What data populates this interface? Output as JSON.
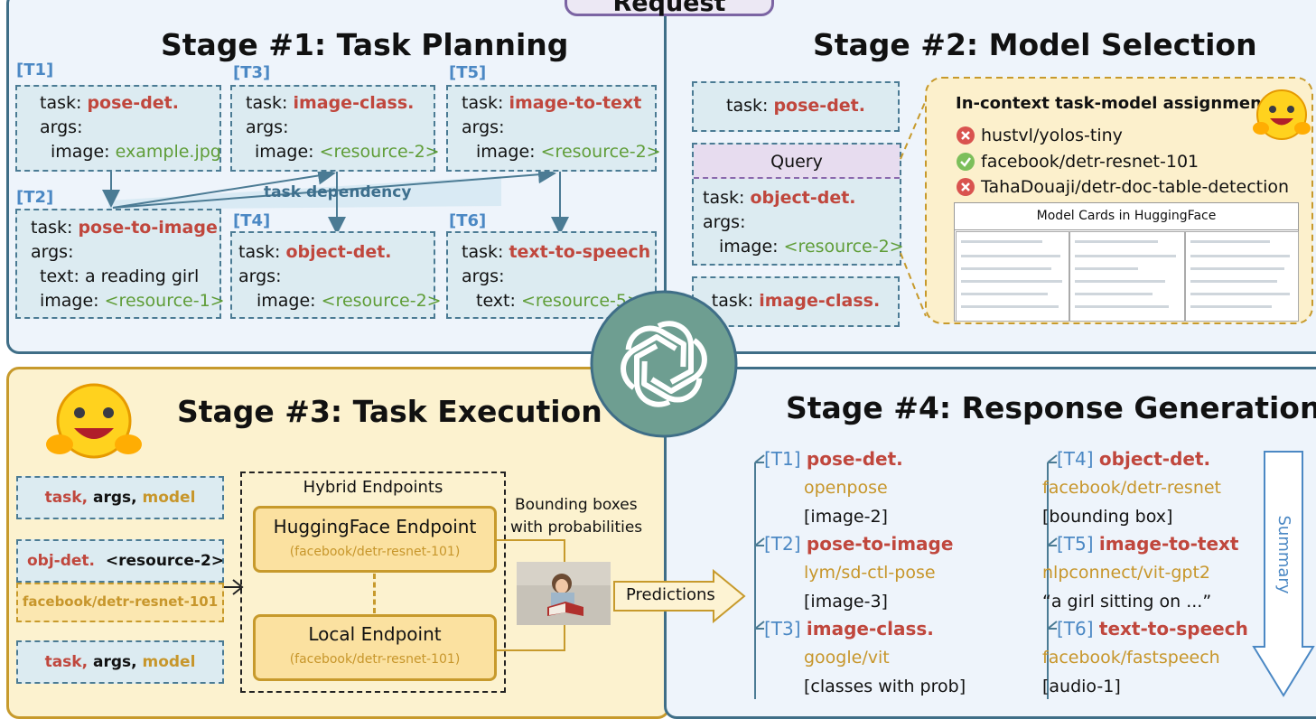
{
  "request": {
    "label": "Request"
  },
  "stage1": {
    "title": "Stage #1: Task Planning",
    "dependency_label": "task dependency",
    "tasks": [
      {
        "id": "[T1]",
        "task_key": "task:",
        "task": "pose-det.",
        "args_key": "args:",
        "arg_key": "image:",
        "arg_val": "example.jpg"
      },
      {
        "id": "[T2]",
        "task_key": "task:",
        "task": "pose-to-image",
        "args_key": "args:",
        "arg_key": "text:",
        "arg_text": "a reading girl",
        "arg2_key": "image:",
        "arg2_val": "<resource-1>"
      },
      {
        "id": "[T3]",
        "task_key": "task:",
        "task": "image-class.",
        "args_key": "args:",
        "arg_key": "image:",
        "arg_val": "<resource-2>"
      },
      {
        "id": "[T4]",
        "task_key": "task:",
        "task": "object-det.",
        "args_key": "args:",
        "arg_key": "image:",
        "arg_val": "<resource-2>"
      },
      {
        "id": "[T5]",
        "task_key": "task:",
        "task": "image-to-text",
        "args_key": "args:",
        "arg_key": "image:",
        "arg_val": "<resource-2>"
      },
      {
        "id": "[T6]",
        "task_key": "task:",
        "task": "text-to-speech",
        "args_key": "args:",
        "arg_key": "text:",
        "arg_val": "<resource-5>"
      }
    ]
  },
  "stage2": {
    "title": "Stage #2: Model Selection",
    "box1": {
      "task_key": "task:",
      "task": "pose-det."
    },
    "query": {
      "label": "Query",
      "task_key": "task:",
      "task": "object-det.",
      "args_key": "args:",
      "arg_key": "image:",
      "arg_val": "<resource-2>"
    },
    "box3": {
      "task_key": "task:",
      "task": "image-class."
    },
    "assignment_title": "In-context task-model assignment:",
    "models": [
      {
        "name": "hustvl/yolos-tiny",
        "status": "rejected",
        "icon": "x-mark-icon"
      },
      {
        "name": "facebook/detr-resnet-101",
        "status": "selected",
        "icon": "check-mark-icon"
      },
      {
        "name": "TahaDouaji/detr-doc-table-detection",
        "status": "rejected",
        "icon": "x-mark-icon"
      }
    ],
    "cards_title": "Model Cards in HuggingFace"
  },
  "stage3": {
    "title": "Stage #3: Task Execution",
    "row1": {
      "task": "task,",
      "args": "args,",
      "model": "model"
    },
    "row2": {
      "task": "obj-det.",
      "resource": "<resource-2>",
      "model": "facebook/detr-resnet-101"
    },
    "row3": {
      "task": "task,",
      "args": "args,",
      "model": "model"
    },
    "hybrid_title": "Hybrid Endpoints",
    "hf_endpoint": {
      "label": "HuggingFace Endpoint",
      "model": "(facebook/detr-resnet-101)"
    },
    "local_endpoint": {
      "label": "Local Endpoint",
      "model": "(facebook/detr-resnet-101)"
    },
    "bbox_label_1": "Bounding boxes",
    "bbox_label_2": "with probabilities",
    "predictions": "Predictions"
  },
  "stage4": {
    "title": "Stage #4: Response Generation",
    "summary": "Summary",
    "results": [
      {
        "id": "[T1]",
        "task": "pose-det.",
        "model": "openpose",
        "output": "[image-2]"
      },
      {
        "id": "[T2]",
        "task": "pose-to-image",
        "model": "lym/sd-ctl-pose",
        "output": "[image-3]"
      },
      {
        "id": "[T3]",
        "task": "image-class.",
        "model": "google/vit",
        "output": "[classes with prob]"
      },
      {
        "id": "[T4]",
        "task": "object-det.",
        "model": "facebook/detr-resnet",
        "output": "[bounding box]"
      },
      {
        "id": "[T5]",
        "task": "image-to-text",
        "model": "nlpconnect/vit-gpt2",
        "output": "“a girl sitting on ...”"
      },
      {
        "id": "[T6]",
        "task": "text-to-speech",
        "model": "facebook/fastspeech",
        "output": "[audio-1]"
      }
    ]
  },
  "colors": {
    "blue_border": "#3f6e87",
    "blue_bg": "#eef4fb",
    "yellow_border": "#c79a2c",
    "yellow_bg": "#fcf2cf",
    "task_red": "#c0473d",
    "resource_green": "#5f9d38",
    "model_gold": "#c7962b",
    "label_blue": "#4b88c4"
  },
  "icons": {
    "center": "openai-logo-icon",
    "hug": "hugging-face-emoji-icon"
  }
}
